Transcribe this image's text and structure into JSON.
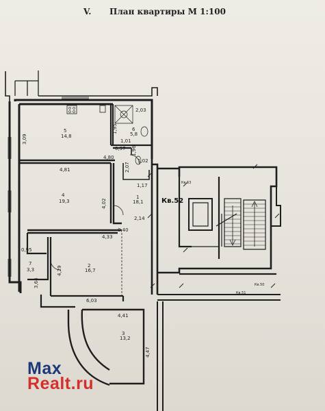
{
  "header": {
    "section_number": "V.",
    "title": "План квартиры М 1:100"
  },
  "apartment_label": "Кв.52",
  "neighbors": [
    "Кв.53",
    "Кв.50",
    "Кв.51"
  ],
  "rooms": [
    {
      "id": "room-5",
      "number": "5",
      "area": "14,8"
    },
    {
      "id": "room-6",
      "number": "6",
      "area": "5,8"
    },
    {
      "id": "room-4",
      "number": "4",
      "area": "19,3"
    },
    {
      "id": "room-1",
      "number": "1",
      "area": "18,1"
    },
    {
      "id": "room-7",
      "number": "7",
      "area": "3,3"
    },
    {
      "id": "room-2",
      "number": "2",
      "area": "16,7"
    },
    {
      "id": "room-3",
      "number": "3",
      "area": "13,2"
    }
  ],
  "dimensions": [
    "2,03",
    "1,01",
    "1,95",
    "0,97",
    "1,96",
    "1,02",
    "2,07",
    "3,09",
    "4,80",
    "4,81",
    "1,17",
    "4,02",
    "2,14",
    "0,40",
    "4,33",
    "0,95",
    "4,29",
    "3,64",
    "6,03",
    "4,41",
    "4,47"
  ],
  "watermark": {
    "part1": "Max",
    "part2": "Realt.ru"
  }
}
